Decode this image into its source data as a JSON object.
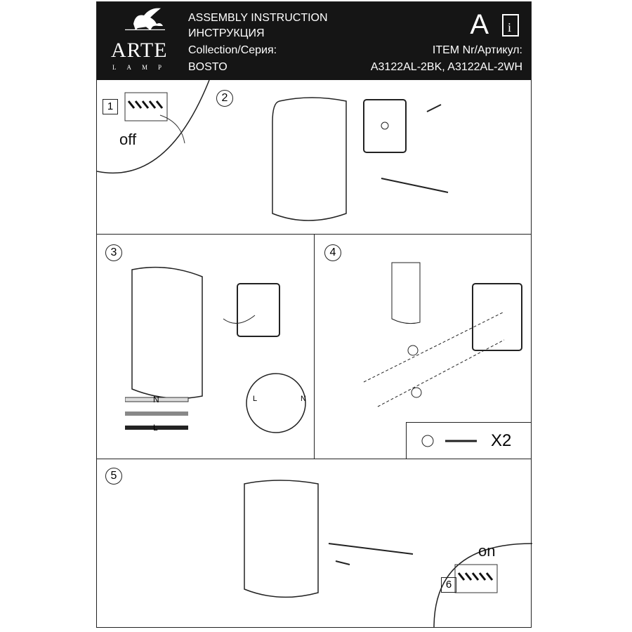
{
  "header": {
    "logo_text": "ARTE",
    "logo_sub": "LAMP",
    "title_en": "ASSEMBLY INSTRUCTION",
    "title_ru": "ИНСТРУКЦИЯ",
    "collection_label": "Collection/Серия:",
    "collection_value": "BOSTO",
    "doc_letter": "A",
    "item_label": "ITEM Nr/Артикул:",
    "item_value": "A3122AL-2BK, A3122AL-2WH"
  },
  "steps": {
    "s1": {
      "number": "1",
      "caption": "off"
    },
    "s2": {
      "number": "2"
    },
    "s3": {
      "number": "3",
      "wire_n": "N",
      "wire_l": "L",
      "detail_l": "L",
      "detail_n": "N"
    },
    "s4": {
      "number": "4",
      "quantity": "X2"
    },
    "s5": {
      "number": "5"
    },
    "s6": {
      "number": "6",
      "caption": "on"
    }
  }
}
